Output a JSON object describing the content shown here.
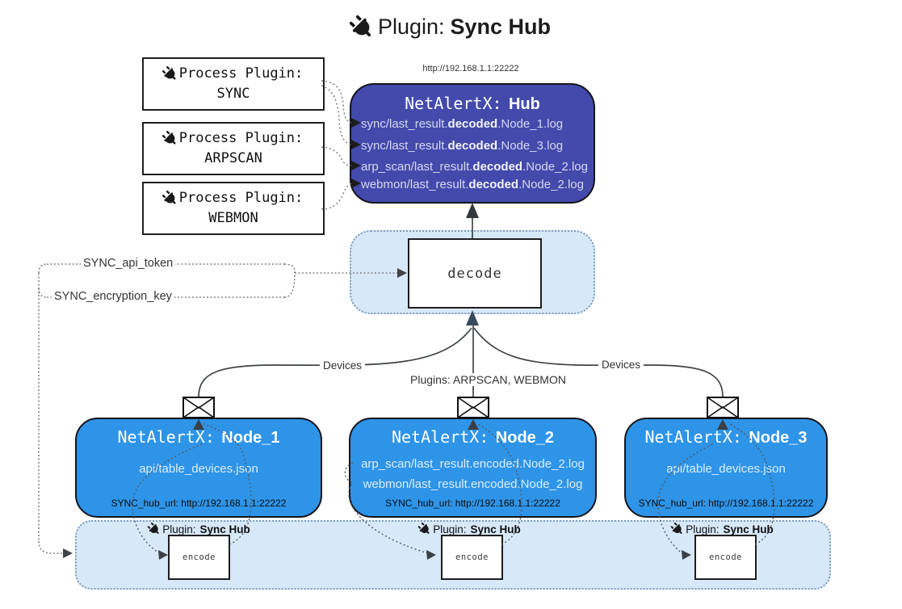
{
  "title": {
    "prefix": "Plugin:",
    "name": "Sync Hub"
  },
  "hub": {
    "url_label": "http://192.168.1.1:22222",
    "title_prefix": "NetAlertX:",
    "title_name": "Hub",
    "log_lines": [
      {
        "pre": "sync/last_result.",
        "bold": "decoded",
        "post": ".Node_1.log"
      },
      {
        "pre": "sync/last_result.",
        "bold": "decoded",
        "post": ".Node_3.log"
      },
      {
        "pre": "arp_scan/last_result.",
        "bold": "decoded",
        "post": ".Node_2.log"
      },
      {
        "pre": "webmon/last_result.",
        "bold": "decoded",
        "post": ".Node_2.log"
      }
    ]
  },
  "process_plugins": [
    {
      "label": "Process Plugin:",
      "name": "SYNC"
    },
    {
      "label": "Process Plugin:",
      "name": "ARPSCAN"
    },
    {
      "label": "Process Plugin:",
      "name": "WEBMON"
    }
  ],
  "decode": {
    "label": "decode"
  },
  "settings": {
    "api_token": "SYNC_api_token",
    "encryption_key": "SYNC_encryption_key"
  },
  "edge_labels": {
    "left_devices": "Devices",
    "right_devices": "Devices",
    "middle_plugins": "Plugins: ARPSCAN, WEBMON"
  },
  "nodes": [
    {
      "title_prefix": "NetAlertX:",
      "title_name": "Node_1",
      "files": [
        "api/table_devices.json"
      ],
      "hub_url": "SYNC_hub_url: http://192.168.1.1:22222"
    },
    {
      "title_prefix": "NetAlertX:",
      "title_name": "Node_2",
      "files": [
        "arp_scan/last_result.encoded.Node_2.log",
        "webmon/last_result.encoded.Node_2.log"
      ],
      "hub_url": "SYNC_hub_url: http://192.168.1.1:22222"
    },
    {
      "title_prefix": "NetAlertX:",
      "title_name": "Node_3",
      "files": [
        "api/table_devices.json"
      ],
      "hub_url": "SYNC_hub_url: http://192.168.1.1:22222"
    }
  ],
  "encode_section": {
    "plugin_label": "Plugin:",
    "plugin_name": "Sync Hub",
    "encode_label": "encode"
  },
  "icons": {
    "plug": "plug-icon",
    "envelope": "envelope-icon"
  },
  "colors": {
    "hub_fill": "#434aac",
    "node_fill": "#2e94e8",
    "container_fill": "#d7e8f9",
    "container_border": "#7e9cbc",
    "arrow_dark": "#3a4b60"
  }
}
